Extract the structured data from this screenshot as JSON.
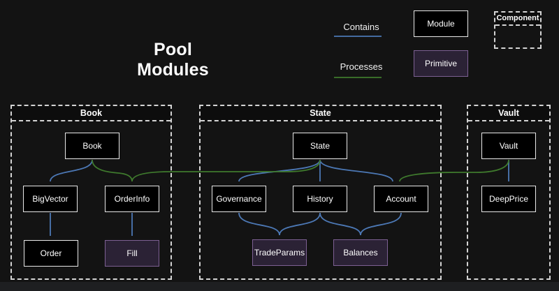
{
  "title": "Pool Modules",
  "legend": {
    "contains_label": "Contains",
    "processes_label": "Processes",
    "module_label": "Module",
    "primitive_label": "Primitive",
    "component_label": "Component"
  },
  "colors": {
    "background": "#131313",
    "contains_arrow": "#4c78b5",
    "processes_arrow": "#3f7a2d",
    "module_fill": "#000000",
    "module_border": "#e8e8e8",
    "primitive_fill": "#2b2235",
    "primitive_border": "#7d6093",
    "container_border": "#d4d4d4",
    "text": "#ffffff"
  },
  "containers": {
    "book": {
      "label": "Book"
    },
    "state": {
      "label": "State"
    },
    "vault": {
      "label": "Vault"
    }
  },
  "nodes": {
    "book": {
      "label": "Book",
      "type": "module"
    },
    "bigvector": {
      "label": "BigVector",
      "type": "module"
    },
    "orderinfo": {
      "label": "OrderInfo",
      "type": "module"
    },
    "order": {
      "label": "Order",
      "type": "module"
    },
    "fill": {
      "label": "Fill",
      "type": "primitive"
    },
    "state": {
      "label": "State",
      "type": "module"
    },
    "governance": {
      "label": "Governance",
      "type": "module"
    },
    "history": {
      "label": "History",
      "type": "module"
    },
    "account": {
      "label": "Account",
      "type": "module"
    },
    "tradeparams": {
      "label": "TradeParams",
      "type": "primitive"
    },
    "balances": {
      "label": "Balances",
      "type": "primitive"
    },
    "vault": {
      "label": "Vault",
      "type": "module"
    },
    "deepprice": {
      "label": "DeepPrice",
      "type": "module"
    }
  },
  "edges": [
    {
      "from": "Book",
      "to": "BigVector",
      "type": "contains"
    },
    {
      "from": "BigVector",
      "to": "Order",
      "type": "contains"
    },
    {
      "from": "OrderInfo",
      "to": "Fill",
      "type": "contains"
    },
    {
      "from": "State",
      "to": "Governance",
      "type": "contains"
    },
    {
      "from": "State",
      "to": "History",
      "type": "contains"
    },
    {
      "from": "State",
      "to": "Account",
      "type": "contains"
    },
    {
      "from": "Governance",
      "to": "TradeParams",
      "type": "contains"
    },
    {
      "from": "History",
      "to": "TradeParams",
      "type": "contains"
    },
    {
      "from": "History",
      "to": "Balances",
      "type": "contains"
    },
    {
      "from": "Account",
      "to": "Balances",
      "type": "contains"
    },
    {
      "from": "Vault",
      "to": "DeepPrice",
      "type": "contains"
    },
    {
      "from": "Book",
      "to": "OrderInfo",
      "type": "processes"
    },
    {
      "from": "State",
      "to": "OrderInfo",
      "type": "processes"
    },
    {
      "from": "Vault",
      "to": "Account",
      "type": "processes"
    }
  ]
}
